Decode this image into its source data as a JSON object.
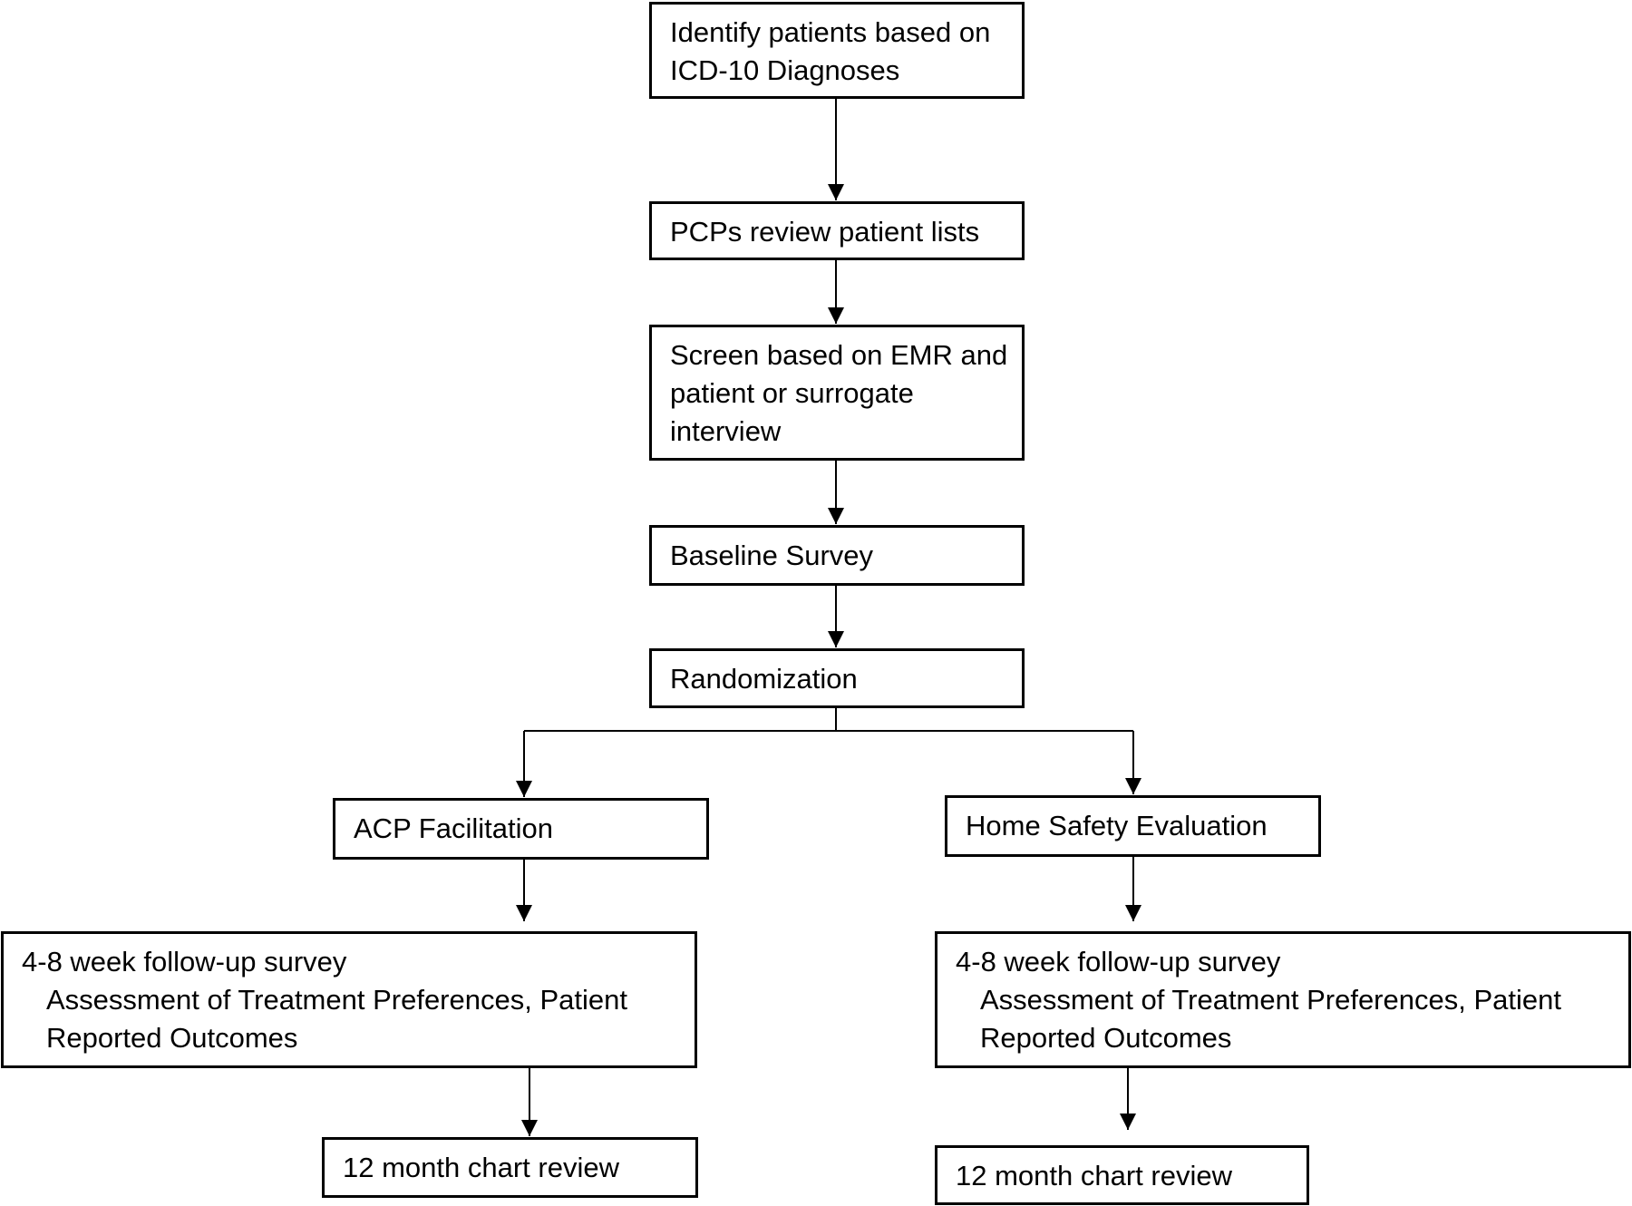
{
  "flowchart": {
    "steps": {
      "identify": {
        "lines": [
          "Identify patients based on",
          "ICD-10 Diagnoses"
        ]
      },
      "pcp_review": {
        "lines": [
          "PCPs review patient lists"
        ]
      },
      "screen": {
        "lines": [
          "Screen based on EMR and",
          "patient or surrogate",
          "interview"
        ]
      },
      "baseline": {
        "lines": [
          "Baseline Survey"
        ]
      },
      "randomization": {
        "lines": [
          "Randomization"
        ]
      }
    },
    "arms": {
      "left": {
        "intervention": {
          "lines": [
            "ACP Facilitation"
          ]
        },
        "followup": {
          "title": "4-8 week follow-up survey",
          "details": [
            "Assessment of Treatment Preferences, Patient",
            "Reported Outcomes"
          ]
        },
        "chart_review": {
          "lines": [
            "12 month chart review"
          ]
        }
      },
      "right": {
        "intervention": {
          "lines": [
            "Home Safety Evaluation"
          ]
        },
        "followup": {
          "title": "4-8 week follow-up survey",
          "details": [
            "Assessment of Treatment Preferences, Patient",
            "Reported Outcomes"
          ]
        },
        "chart_review": {
          "lines": [
            "12 month chart review"
          ]
        }
      }
    }
  }
}
